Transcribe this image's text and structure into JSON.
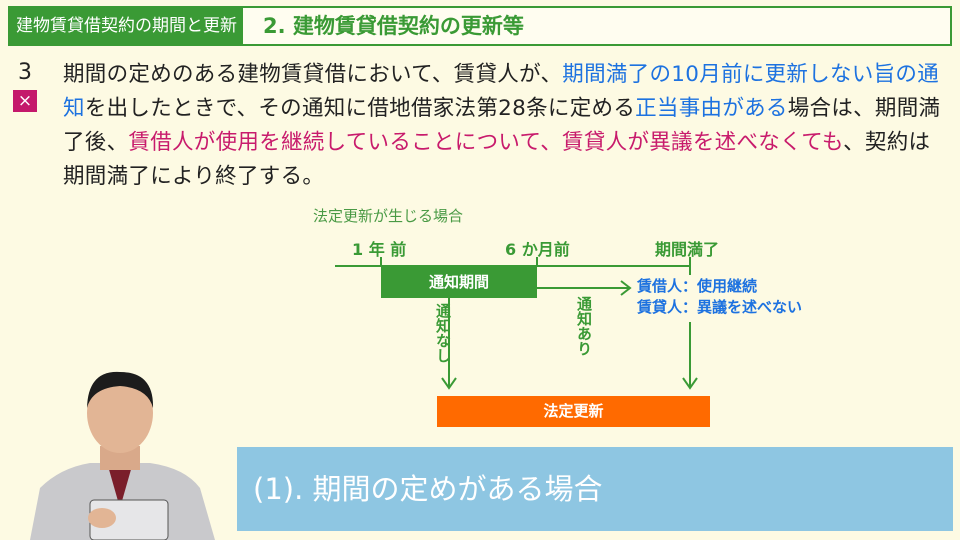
{
  "header": {
    "section": "建物賃貸借契約の期間と更新",
    "title": "2. 建物賃貸借契約の更新等"
  },
  "question": {
    "number": "3",
    "verdict": "×",
    "segments": [
      {
        "t": "期間の定めのある建物賃貸借において、賃貸人が、",
        "c": ""
      },
      {
        "t": "期間満了の10月前に更新しない旨の通知",
        "c": "b"
      },
      {
        "t": "を出したときで、その通知に借地借家法第28条に定める",
        "c": ""
      },
      {
        "t": "正当事由がある",
        "c": "b"
      },
      {
        "t": "場合は、期間満了後、",
        "c": ""
      },
      {
        "t": "賃借人が使用を継続していることについて、賃貸人が異議を述べなくても",
        "c": "m"
      },
      {
        "t": "、契約は期間満了により終了する。",
        "c": ""
      }
    ]
  },
  "diagram": {
    "title": "法定更新が生じる場合",
    "t1": "1 年 前",
    "t2": "6 か月前",
    "t3": "期間満了",
    "notice_period": "通知期間",
    "no_notice": "通知なし",
    "with_notice": "通知あり",
    "result1": "賃借人：使用継続",
    "result2": "賃貸人：異議を述べない",
    "renewal": "法定更新"
  },
  "banner": {
    "text": "(1). 期間の定めがある場合"
  }
}
